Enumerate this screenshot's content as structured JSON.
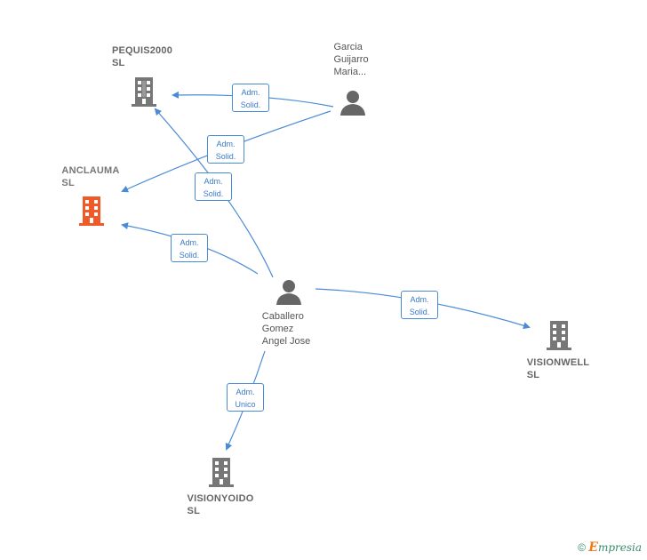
{
  "nodes": {
    "pequis": {
      "line1": "PEQUIS2000",
      "line2": "SL",
      "type": "company"
    },
    "garcia": {
      "line1": "Garcia",
      "line2": "Guijarro",
      "line3": "Maria...",
      "type": "person"
    },
    "anclauma": {
      "line1": "ANCLAUMA",
      "line2": "SL",
      "type": "company-highlight"
    },
    "caballero": {
      "line1": "Caballero",
      "line2": "Gomez",
      "line3": "Angel Jose",
      "type": "person"
    },
    "visionwell": {
      "line1": "VISIONWELL",
      "line2": "SL",
      "type": "company"
    },
    "visionyoido": {
      "line1": "VISIONYOIDO",
      "line2": "SL",
      "type": "company"
    }
  },
  "edges": {
    "e1": {
      "line1": "Adm.",
      "line2": "Solid."
    },
    "e2": {
      "line1": "Adm.",
      "line2": "Solid."
    },
    "e3": {
      "line1": "Adm.",
      "line2": "Solid."
    },
    "e4": {
      "line1": "Adm.",
      "line2": "Solid."
    },
    "e5": {
      "line1": "Adm.",
      "line2": "Solid."
    },
    "e6": {
      "line1": "Adm.",
      "line2": "Unico"
    }
  },
  "colors": {
    "edge": "#4a8bd6",
    "company": "#777777",
    "highlight": "#f05a28",
    "person": "#666666"
  },
  "footer": {
    "copyright": "©",
    "brand_first": "E",
    "brand_rest": "mpresia"
  }
}
